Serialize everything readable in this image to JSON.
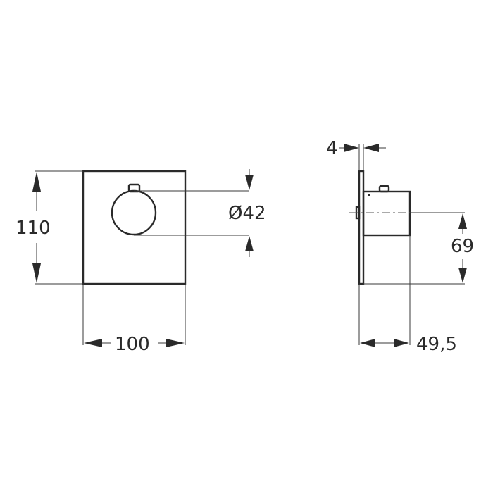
{
  "drawing": {
    "type": "technical-dimension-drawing",
    "front_view": {
      "height_label": "110",
      "width_label": "100",
      "knob_diameter_label": "Ø42"
    },
    "side_view": {
      "plate_thickness_label": "4",
      "axis_height_label": "69",
      "depth_label": "49,5"
    },
    "colors": {
      "line": "#2a2a2a",
      "background": "#ffffff"
    }
  }
}
